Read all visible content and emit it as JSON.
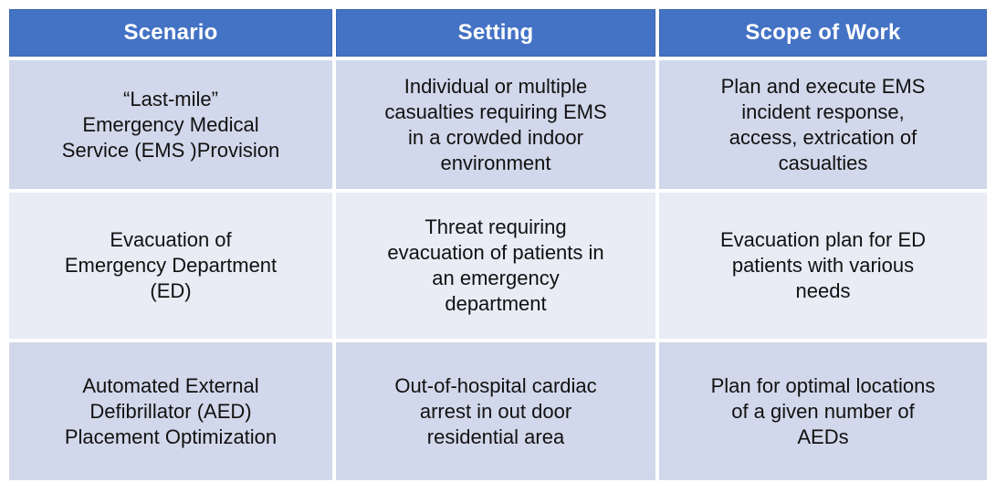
{
  "chart_data": {
    "type": "table",
    "columns": [
      "Scenario",
      "Setting",
      "Scope of Work"
    ],
    "rows": [
      [
        "“Last-mile”\nEmergency Medical\nService (EMS )Provision",
        "Individual or multiple\ncasualties requiring EMS\nin a crowded indoor\nenvironment",
        "Plan and execute EMS\nincident response,\naccess, extrication of\ncasualties"
      ],
      [
        "Evacuation of\nEmergency Department\n(ED)",
        "Threat requiring\nevacuation of patients in\nan emergency\ndepartment",
        "Evacuation plan for ED\npatients with various\nneeds"
      ],
      [
        "Automated External\nDefibrillator (AED)\nPlacement Optimization",
        "Out-of-hospital cardiac\narrest in out door\nresidential area",
        "Plan for optimal locations\nof a given number of\nAEDs"
      ]
    ]
  },
  "colors": {
    "background": "#FFFFFF",
    "header_bg": "#4472C4",
    "header_text": "#FFFFFF",
    "row_band_dark": "#D2D8EB",
    "row_band_light": "#E9EBF5",
    "body_text": "#111111"
  }
}
